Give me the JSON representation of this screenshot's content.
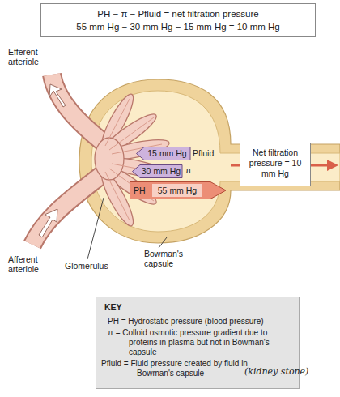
{
  "diagram": {
    "nodes": [
      {
        "text": [
          "PH − π − Pfluid = net filtration pressure",
          "55 mm Hg − 30 mm Hg − 15 mm Hg = 10 mm Hg"
        ]
      },
      {
        "text": [
          "15 mm Hg",
          "Pfluid"
        ]
      },
      {
        "text": [
          "30 mm Hg",
          "π"
        ]
      },
      {
        "text": [
          "PH",
          "55 mm Hg"
        ]
      },
      {
        "text": [
          "Net filtration pressure = 10 mm Hg"
        ]
      },
      {
        "text": [
          "KEY",
          "PH = Hydrostatic pressure (blood pressure)",
          "π = Colloid osmotic pressure gradient due to proteins in plasma but not in Bowman's capsule",
          "Pfluid = Fluid pressure created by fluid in Bowman's capsule"
        ]
      }
    ],
    "labels": [
      "Efferent arteriole",
      "Afferent arteriole",
      "Glomerulus",
      "Bowman's capsule",
      "(kidney stone)"
    ]
  }
}
